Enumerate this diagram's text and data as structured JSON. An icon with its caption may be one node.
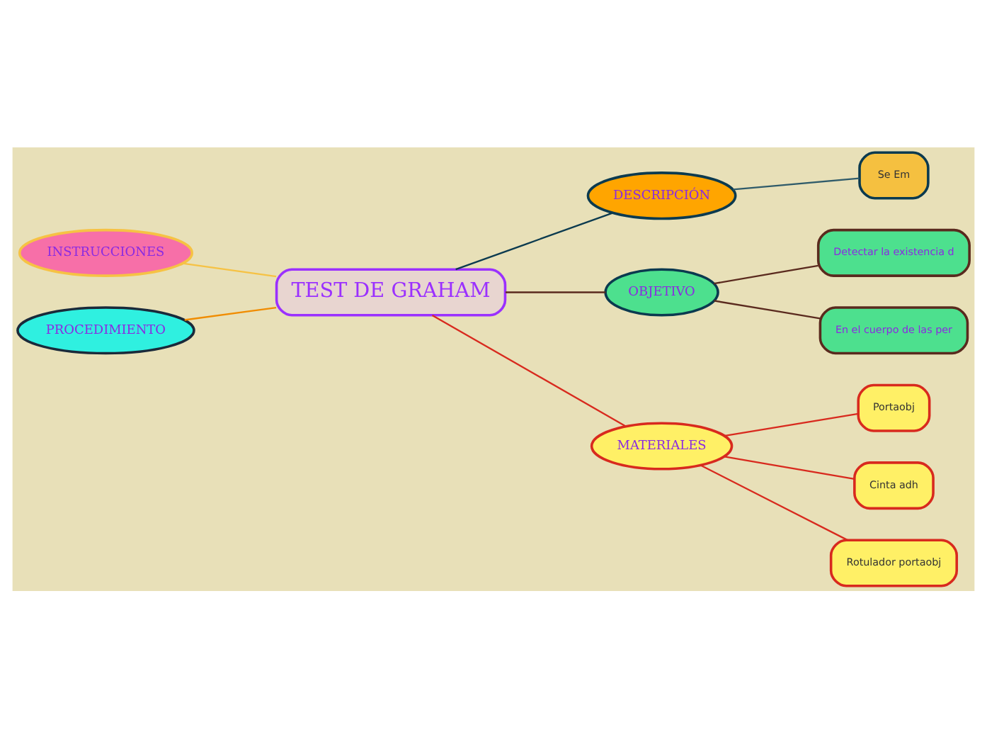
{
  "diagram": {
    "nodes": [
      {
        "text": [
          "TEST DE GRAHAM"
        ]
      },
      {
        "text": [
          "INSTRUCCIONES"
        ]
      },
      {
        "text": [
          "PROCEDIMIENTO"
        ]
      },
      {
        "text": [
          "DESCRIPCIÓN"
        ]
      },
      {
        "text": [
          "Se Em"
        ]
      },
      {
        "text": [
          "OBJETIVO"
        ]
      },
      {
        "text": [
          "Detectar la existencia d"
        ]
      },
      {
        "text": [
          "En el cuerpo de las per"
        ]
      },
      {
        "text": [
          "MATERIALES"
        ]
      },
      {
        "text": [
          "Portaobj"
        ]
      },
      {
        "text": [
          "Cinta adh"
        ]
      },
      {
        "text": [
          "Rotulador portaobj"
        ]
      }
    ],
    "edges": [
      {
        "from": 0,
        "to": 1,
        "arrow": "none",
        "color": "#f6c244"
      },
      {
        "from": 0,
        "to": 2,
        "arrow": "none",
        "color": "#f08c00"
      },
      {
        "from": 0,
        "to": 3,
        "arrow": "none",
        "color": "#0b3a4f"
      },
      {
        "from": 3,
        "to": 4,
        "arrow": "none",
        "color": "#2f5b6a"
      },
      {
        "from": 0,
        "to": 5,
        "arrow": "none",
        "color": "#5a2a1e"
      },
      {
        "from": 5,
        "to": 6,
        "arrow": "none",
        "color": "#5a2a1e"
      },
      {
        "from": 5,
        "to": 7,
        "arrow": "none",
        "color": "#5a2a1e"
      },
      {
        "from": 0,
        "to": 8,
        "arrow": "none",
        "color": "#d82a1e"
      },
      {
        "from": 8,
        "to": 9,
        "arrow": "none",
        "color": "#d82a1e"
      },
      {
        "from": 8,
        "to": 10,
        "arrow": "none",
        "color": "#d82a1e"
      },
      {
        "from": 8,
        "to": 11,
        "arrow": "none",
        "color": "#d82a1e"
      }
    ]
  }
}
